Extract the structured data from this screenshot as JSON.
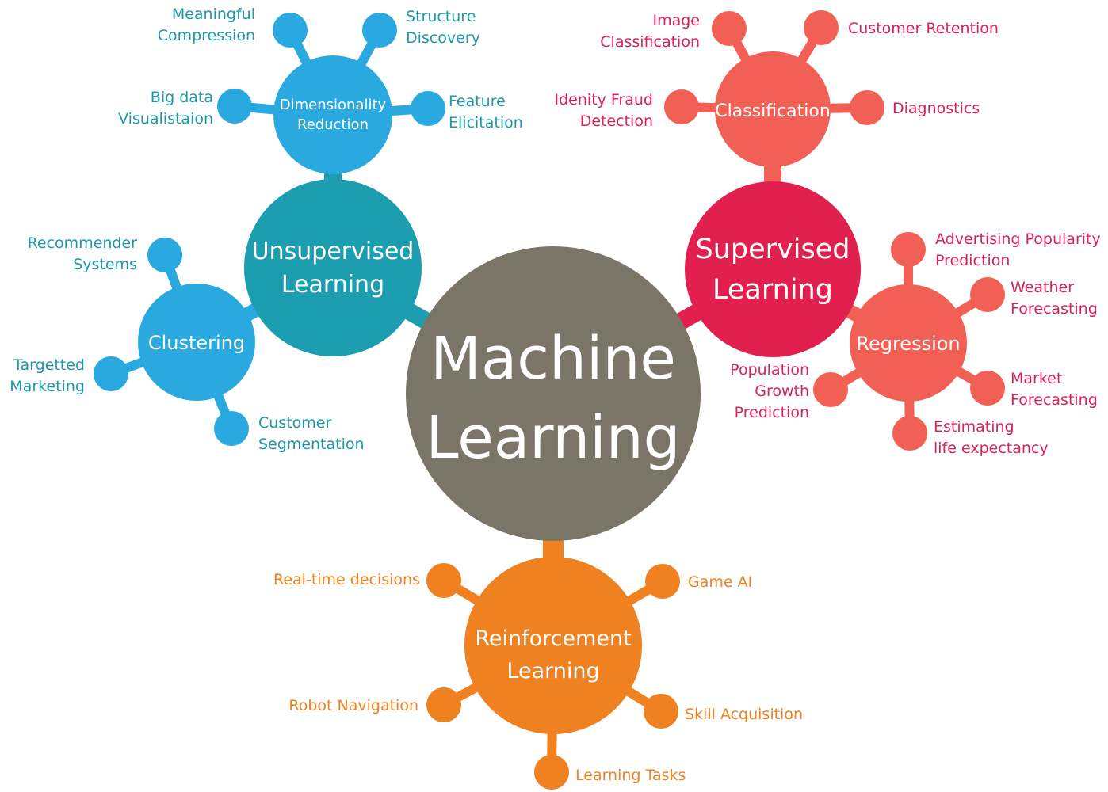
{
  "colors": {
    "center": "#7a7566",
    "unsupervised": "#1d9eb0",
    "unsupervised_sub": "#29a9e0",
    "supervised": "#e2204f",
    "supervised_sub": "#f15f55",
    "reinforcement": "#ef8120",
    "text_blue": "#1b98aa",
    "text_red": "#db2159",
    "text_orange": "#ef8120"
  },
  "center": {
    "line1": "Machine",
    "line2": "Learning"
  },
  "unsupervised": {
    "line1": "Unsupervised",
    "line2": "Learning",
    "dimensionality": {
      "line1": "Dimensionality",
      "line2": "Reduction",
      "leaves": [
        {
          "line1": "Meaningful",
          "line2": "Compression"
        },
        {
          "line1": "Structure",
          "line2": "Discovery"
        },
        {
          "line1": "Big data",
          "line2": "Visualistaion"
        },
        {
          "line1": "Feature",
          "line2": "Elicitation"
        }
      ]
    },
    "clustering": {
      "label": "Clustering",
      "leaves": [
        {
          "line1": "Recommender",
          "line2": "Systems"
        },
        {
          "line1": "Targetted",
          "line2": "Marketing"
        },
        {
          "line1": "Customer",
          "line2": "Segmentation"
        }
      ]
    }
  },
  "supervised": {
    "line1": "Supervised",
    "line2": "Learning",
    "classification": {
      "label": "Classification",
      "leaves": [
        {
          "line1": "Image",
          "line2": "Classification"
        },
        {
          "line1": "Customer Retention"
        },
        {
          "line1": "Idenity Fraud",
          "line2": "Detection"
        },
        {
          "line1": "Diagnostics"
        }
      ]
    },
    "regression": {
      "label": "Regression",
      "leaves": [
        {
          "line1": "Advertising Popularity",
          "line2": "Prediction"
        },
        {
          "line1": "Weather",
          "line2": "Forecasting"
        },
        {
          "line1": "Population",
          "line2": "Growth",
          "line3": "Prediction"
        },
        {
          "line1": "Market",
          "line2": "Forecasting"
        },
        {
          "line1": "Estimating",
          "line2": "life expectancy"
        }
      ]
    }
  },
  "reinforcement": {
    "line1": "Reinforcement",
    "line2": "Learning",
    "leaves": [
      {
        "line1": "Real-time decisions"
      },
      {
        "line1": "Game AI"
      },
      {
        "line1": "Robot Navigation"
      },
      {
        "line1": "Skill Acquisition"
      },
      {
        "line1": "Learning Tasks"
      }
    ]
  }
}
